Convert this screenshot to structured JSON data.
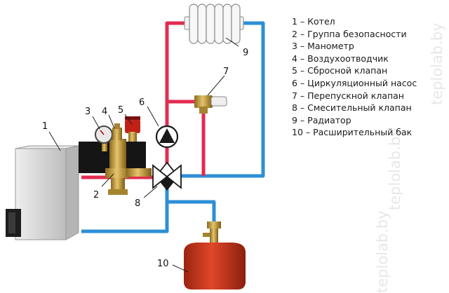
{
  "legend": [
    "1 – Котел",
    "2 – Группа безопасности",
    "3 – Манометр",
    "4 – Воздухоотводчик",
    "5 – Сбросной клапан",
    "6 – Циркуляционный насос",
    "7 – Перепускной клапан",
    "8 – Смесительный клапан",
    "9 – Радиатор",
    "10 – Расширительный бак"
  ],
  "callouts": {
    "c1": "1",
    "c2": "2",
    "c3": "3",
    "c4": "4",
    "c5": "5",
    "c6": "6",
    "c7": "7",
    "c8": "8",
    "c9": "9",
    "c10": "10"
  },
  "watermark": "teplolab.by",
  "colors": {
    "supply_pipe": "#e32b50",
    "return_pipe": "#2d8fd6",
    "boiler": "#d6d6d6",
    "expansion_tank": "#d33a1c"
  }
}
